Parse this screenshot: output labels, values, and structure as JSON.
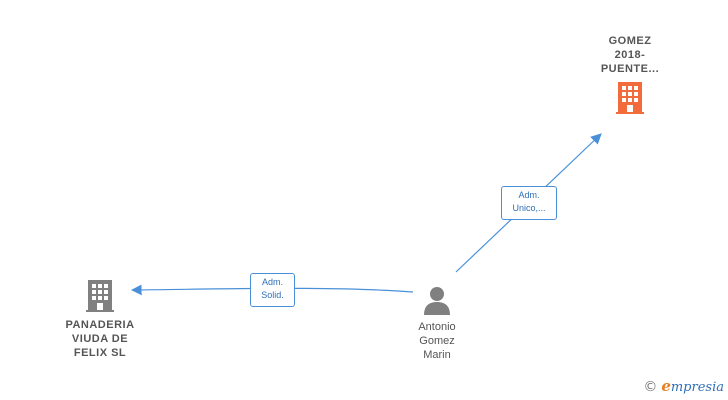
{
  "nodes": {
    "gomez_2018": {
      "label_lines": [
        "GOMEZ",
        "2018-",
        "PUENTE..."
      ],
      "icon": "building-icon",
      "color": "#f26b3a"
    },
    "panaderia": {
      "label_lines": [
        "PANADERIA",
        "VIUDA DE",
        "FELIX SL"
      ],
      "icon": "building-icon",
      "color": "#808080"
    },
    "antonio": {
      "label_lines": [
        "Antonio",
        "Gomez",
        "Marin"
      ],
      "icon": "person-icon",
      "color": "#808080"
    }
  },
  "edges": {
    "to_gomez": {
      "label_lines": [
        "Adm.",
        "Unico,..."
      ]
    },
    "to_panaderia": {
      "label_lines": [
        "Adm.",
        "Solid."
      ]
    }
  },
  "colors": {
    "edge": "#4a90d9"
  },
  "brand": {
    "copyright": "©",
    "e": "e",
    "rest": "mpresia"
  }
}
